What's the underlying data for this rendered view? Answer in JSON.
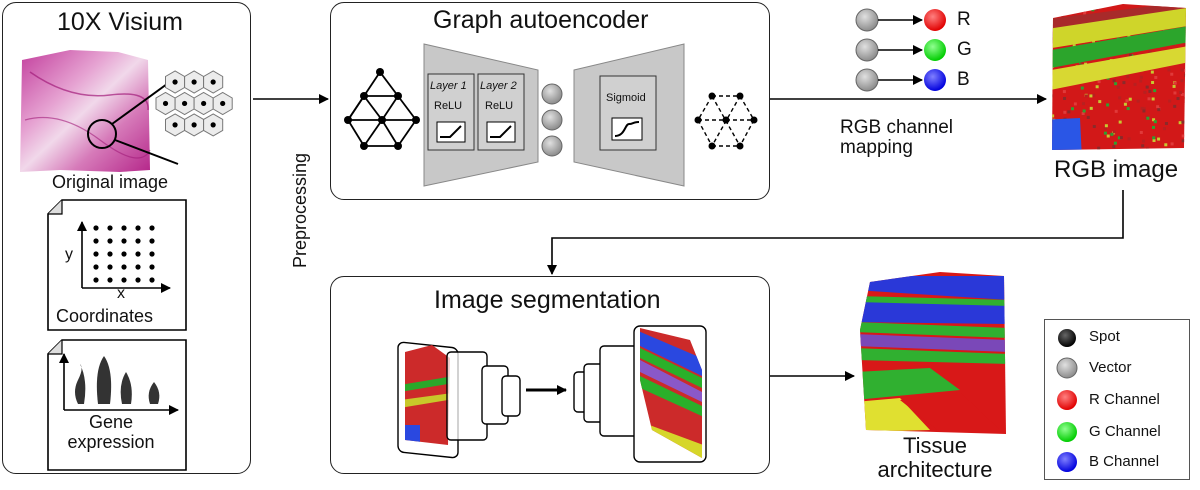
{
  "visium": {
    "title": "10X Visium",
    "original_image_label": "Original image",
    "axis_x": "x",
    "axis_y": "y",
    "coordinates_label": "Coordinates",
    "gene_expression_label": "Gene\nexpression"
  },
  "preprocessing_label": "Preprocessing",
  "autoencoder": {
    "title": "Graph autoencoder",
    "layer1": "Layer 1",
    "layer2": "Layer 2",
    "relu": "ReLU",
    "sigmoid": "Sigmoid"
  },
  "rgb_mapping": {
    "r": "R",
    "g": "G",
    "b": "B",
    "mapping_label": "RGB channel\nmapping",
    "rgb_image_label": "RGB image"
  },
  "segmentation": {
    "title": "Image segmentation",
    "output_label": "Tissue\narchitecture"
  },
  "legend": {
    "items": [
      {
        "label": "Spot",
        "color": "#000000"
      },
      {
        "label": "Vector",
        "color": "#a0a0a0"
      },
      {
        "label": "R Channel",
        "color": "#ff0000"
      },
      {
        "label": "G Channel",
        "color": "#00ee00"
      },
      {
        "label": "B Channel",
        "color": "#0000ee"
      }
    ]
  },
  "colors": {
    "red": "#ff0000",
    "green": "#00ee00",
    "blue": "#0000ee",
    "gray": "#a8a8a8"
  }
}
